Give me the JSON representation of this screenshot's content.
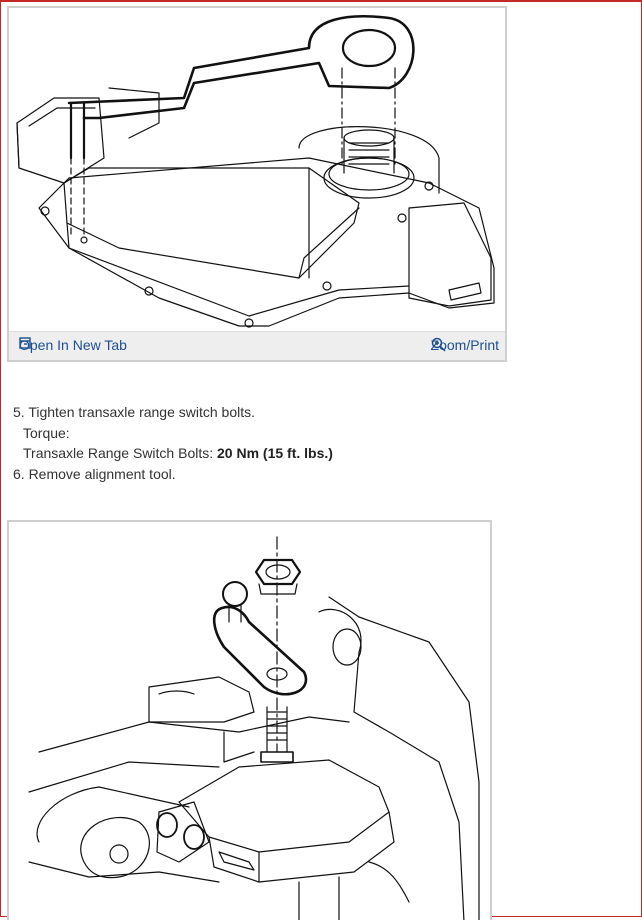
{
  "figure1": {
    "open_new_tab": "Open In New Tab",
    "zoom_print": "Zoom/Print"
  },
  "steps": {
    "step5": "5. Tighten transaxle range switch bolts.",
    "torque_label": "Torque:",
    "spec_label": "Transaxle Range Switch Bolts: ",
    "spec_value": "20 Nm (15 ft. lbs.)",
    "step6": "6. Remove alignment tool."
  },
  "colors": {
    "frame_border": "#c62828",
    "link": "#1d4f91",
    "bar_bg": "#eeeeee"
  }
}
